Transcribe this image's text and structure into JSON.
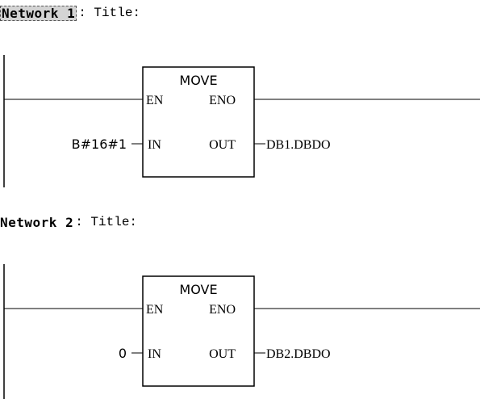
{
  "networks": [
    {
      "label": "Network 1",
      "title": ": Title:",
      "block": {
        "name": "MOVE",
        "en": "EN",
        "eno": "ENO",
        "in_pin": "IN",
        "out_pin": "OUT",
        "in_value": "B#16#1",
        "out_value": "DB1.DBDO"
      }
    },
    {
      "label": "Network 2",
      "title": ": Title:",
      "block": {
        "name": "MOVE",
        "en": "EN",
        "eno": "ENO",
        "in_pin": "IN",
        "out_pin": "OUT",
        "in_value": "0",
        "out_value": "DB2.DBDO"
      }
    }
  ]
}
